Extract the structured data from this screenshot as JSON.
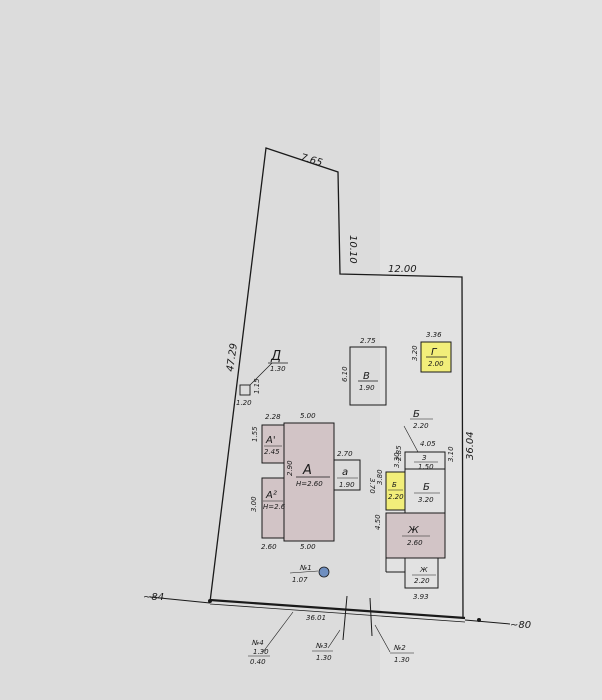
{
  "plot": {
    "boundary": {
      "top": "7.65",
      "upper_right": "10.10",
      "middle": "12.00",
      "left": "47.29",
      "right": "36.04",
      "bottom": "36.01"
    },
    "road": {
      "left_label": "~84",
      "right_label": "~80"
    },
    "rooms": {
      "main_house": {
        "letter": "А",
        "sub": "Н=2.60",
        "width_top": "5.00",
        "width_bottom": "5.00",
        "side": "2.90"
      },
      "annex_a1": {
        "letter": "А'",
        "sub": "2.45",
        "width": "2.28",
        "side": "1.55"
      },
      "annex_a2": {
        "letter": "А²",
        "sub": "Н=2.6",
        "side": "3.00",
        "width": "2.60"
      },
      "porch_a": {
        "letter": "а",
        "sub": "1.90",
        "width": "2.70",
        "side": "3.70"
      },
      "building_v": {
        "letter": "В",
        "sub": "1.90",
        "width": "2.75",
        "side": "6.10"
      },
      "building_g": {
        "letter": "Г",
        "sub": "2.00",
        "width": "3.36",
        "side": "3.20"
      },
      "building_d": {
        "letter": "Д",
        "sub": "1.30",
        "width": "1.20",
        "side": "1.15"
      },
      "block_b": {
        "letter": "Б",
        "sub": "3.20",
        "width": "4.05",
        "side": "3.10",
        "overall": "3.80"
      },
      "block_b_small": {
        "letter": "Б",
        "sub": "2.20"
      },
      "block_z": {
        "letter": "З",
        "sub": "1.50",
        "side": "2.85"
      },
      "block_b_yellow": {
        "letter": "Б",
        "sub": "2.20",
        "side": "3.30"
      },
      "block_zh": {
        "letter": "Ж",
        "sub": "2.60",
        "side": "4.50"
      },
      "block_zh2": {
        "letter": "Ж",
        "sub": "2.20",
        "width": "3.93"
      }
    },
    "well": {
      "label": "№1",
      "sub": "1.07"
    },
    "markers": {
      "m4": {
        "label": "№4",
        "v1": "1.30",
        "v2": "0.40"
      },
      "m3": {
        "label": "№3",
        "v1": "1.30"
      },
      "m2": {
        "label": "№2",
        "v1": "1.30"
      }
    },
    "colors": {
      "paper": "#dcdcdc",
      "ink": "#1a1a1a",
      "building_fill": "#d2c4c6",
      "highlight": "#f2ee7a"
    }
  }
}
